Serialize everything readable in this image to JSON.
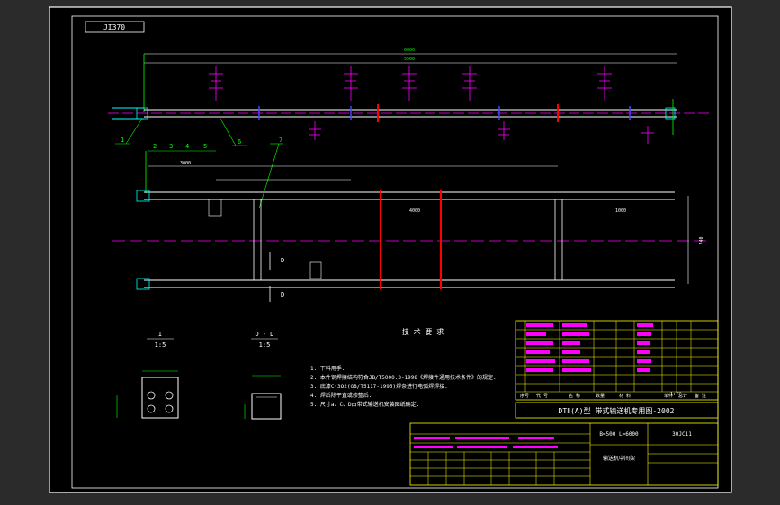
{
  "drawing_code": "JI370",
  "dims_top": [
    "6000",
    "5500"
  ],
  "dims_mid": [
    "3000",
    "4000",
    "1000"
  ],
  "dim_width": "740",
  "view_labels": {
    "part_1": "1",
    "part_2": "2",
    "part_3": "3",
    "part_4": "4",
    "part_5": "5",
    "part_6": "6",
    "part_7": "7",
    "section_d1": "D",
    "section_d2": "D",
    "detail_i": "I",
    "scale_i": "1:5",
    "section_dd": "D - D",
    "scale_dd": "1:5"
  },
  "tech_req": {
    "title": "技 术 要 求",
    "lines": [
      "1. 下料用手.",
      "2. 本件钢焊接结构符合JB/T5000.3-1998《焊接件通用技术条件》的规定.",
      "3. 底漆C(3O2(GB/T5117-1995)焊条进行电弧焊焊接.",
      "4. 焊后除平直或修整后.",
      "5. 尺寸a、C、D由带式输送机安装图纸确定."
    ]
  },
  "title_block": {
    "series": "DTⅡ(A)型 带式输送机专用图-2002",
    "spec": "B=500 L=6000",
    "code": "30JC11",
    "name": "输送机中间架",
    "header_cols": [
      "序号",
      "代 号",
      "名 称",
      "数量",
      "材 料",
      "单件",
      "总计",
      "备 注"
    ],
    "scale": "1:77"
  }
}
